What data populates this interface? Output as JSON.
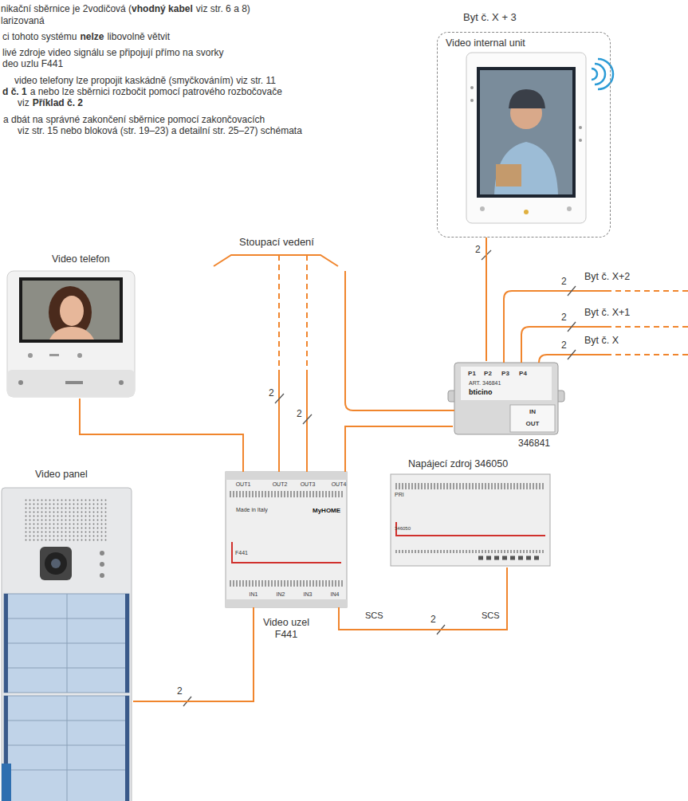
{
  "diagram": {
    "nodes": [
      {
        "text": [
          "Byt č. X + 3",
          "Video internal unit"
        ]
      },
      {
        "text": [
          "Video telefon"
        ]
      },
      {
        "text": [
          "346841"
        ]
      },
      {
        "text": [
          "Video panel"
        ]
      },
      {
        "text": [
          "Napájecí zdroj 346050"
        ]
      },
      {
        "text": [
          "Video uzel F441"
        ]
      }
    ],
    "edges": [
      {
        "from": 1,
        "to": 5,
        "arrow": "none"
      },
      {
        "from": 3,
        "to": 5,
        "arrow": "none",
        "label": "2"
      },
      {
        "from": 5,
        "to": 4,
        "arrow": "none",
        "label": "2"
      },
      {
        "from": 5,
        "to": 2,
        "arrow": "none"
      },
      {
        "from": 2,
        "to": 0,
        "arrow": "none",
        "label": "2"
      }
    ],
    "labels": [
      "nikační sběrnice je 2vodičová (",
      "vhodný kabel",
      "viz str. 6 a 8)",
      "larizovaná",
      "ci tohoto systému",
      "nelze",
      "libovolně větvit",
      "livé zdroje video signálu se připojují přímo na svorky",
      "deo uzlu F441",
      "video telefony lze propojit kaskádně (smyčkováním) viz str. 11",
      "d č. 1",
      "a nebo lze sběrnici rozbočit pomocí patrového rozbočovače",
      "viz",
      "Příklad č. 2",
      "a dbát na správné zakončení sběrnice pomocí zakončovacích",
      "viz str. 15 nebo bloková (str. 19–23) a detailní str. 25–27) schémata",
      "Stoupací vedení",
      "2",
      "2",
      "Byt č. X+2",
      "Byt č. X+1",
      "Byt č. X",
      "2",
      "2",
      "2",
      "SCS",
      "SCS",
      "OUT1",
      "OUT2",
      "OUT3",
      "OUT4",
      "IN1",
      "IN2",
      "IN3",
      "IN4",
      "Made in Italy",
      "MyHOME",
      "F441",
      "P1",
      "P2",
      "P3",
      "P4",
      "ART. 346841",
      "IN",
      "OUT",
      "PRI",
      "346050",
      "bticino"
    ]
  }
}
